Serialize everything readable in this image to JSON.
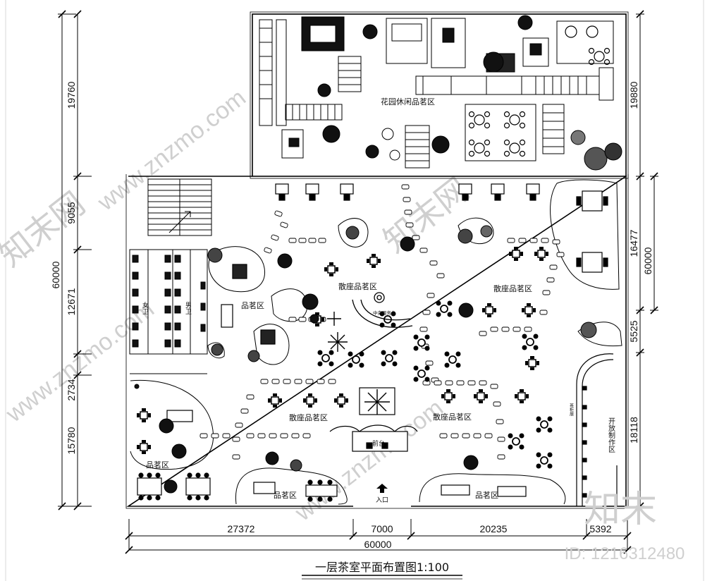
{
  "title": "一层茶室平面布置图1:100",
  "zones": {
    "garden": "花园休闲品茗区",
    "scatter_tl": "散座品茗区",
    "scatter_tr": "散座品茗区",
    "scatter_bl": "散座品茗区",
    "scatter_br": "散座品茗区",
    "tea_left_mid": "品茗区",
    "tea_left_bottom": "品茗区",
    "tea_bottom_center": "品茗区",
    "tea_bottom_right": "品茗区",
    "central_desk": "中央服务台",
    "front_desk": "前台",
    "entrance": "入口",
    "women_wc": "女卫",
    "men_wc": "男卫",
    "open_workshop": "开放制作区",
    "tea_display": "茶柜展"
  },
  "dims": {
    "left_total": "60000",
    "left_1": "19760",
    "left_2": "9055",
    "left_3": "12671",
    "left_4": "2734",
    "left_5": "15780",
    "right_1": "19880",
    "right_2": "16477",
    "right_total": "60000",
    "right_3": "5525",
    "right_4": "18118",
    "bottom_1": "27372",
    "bottom_2": "7000",
    "bottom_3": "20235",
    "bottom_4": "5392",
    "bottom_total": "60000"
  },
  "watermark": {
    "site": "www.znzmo.com",
    "brand_cn": "知末网",
    "logo": "知末",
    "id_text": "ID: 1216312480"
  }
}
